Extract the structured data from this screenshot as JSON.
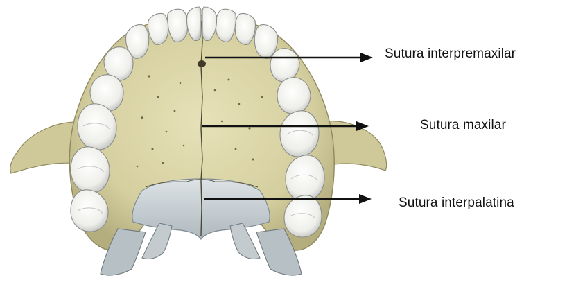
{
  "labels": {
    "interpremaxillary": "Sutura interpremaxilar",
    "maxillary": "Sutura maxilar",
    "interpalatine": "Sutura interpalatina"
  },
  "colors": {
    "bone": "#d8d3a6",
    "bone_shadow": "#b9b384",
    "tooth": "#f4f4f1",
    "tooth_shadow": "#c9cbc9",
    "palatine": "#c9d3d8",
    "arrow": "#111111",
    "label_text": "#111111",
    "background": "#ffffff"
  }
}
